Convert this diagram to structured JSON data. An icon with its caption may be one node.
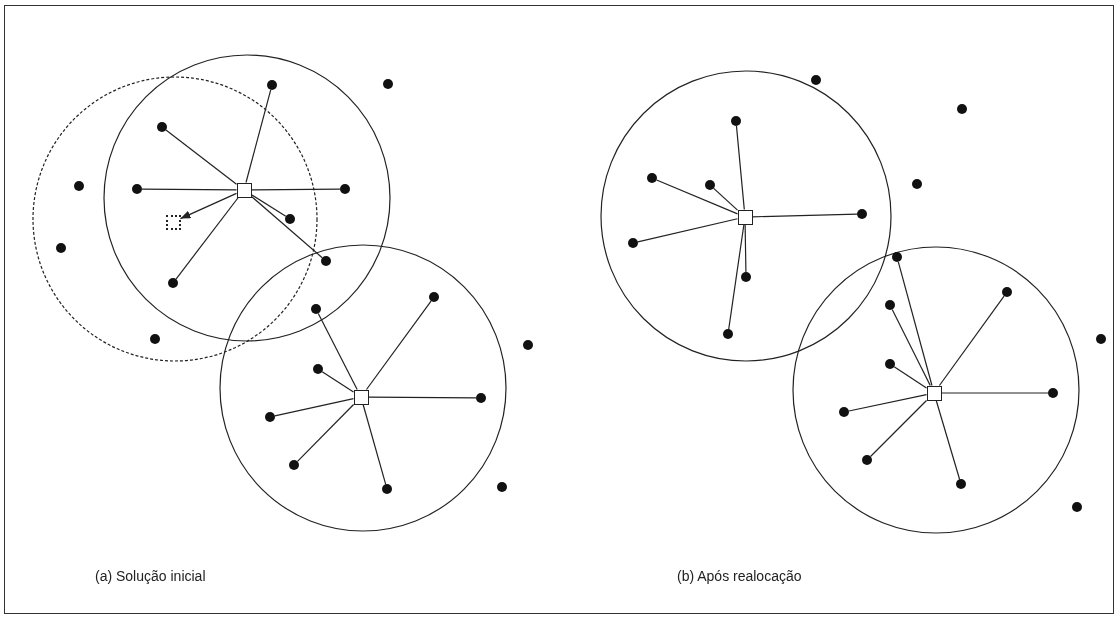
{
  "diagram": {
    "nodes": [
      {
        "text": [],
        "shape": "box"
      },
      {
        "text": [],
        "shape": "circle"
      },
      {
        "text": [],
        "shape": "circle"
      },
      {
        "text": [],
        "shape": "circle"
      },
      {
        "text": [],
        "shape": "circle"
      },
      {
        "text": [],
        "shape": "circle"
      },
      {
        "text": [],
        "shape": "circle"
      },
      {
        "text": [],
        "shape": "circle"
      },
      {
        "text": [],
        "shape": "box"
      },
      {
        "text": [],
        "shape": "circle"
      },
      {
        "text": [],
        "shape": "circle"
      },
      {
        "text": [],
        "shape": "circle"
      },
      {
        "text": [],
        "shape": "circle"
      },
      {
        "text": [],
        "shape": "box"
      },
      {
        "text": [],
        "shape": "circle"
      },
      {
        "text": [],
        "shape": "circle"
      },
      {
        "text": [],
        "shape": "circle"
      },
      {
        "text": [],
        "shape": "circle"
      },
      {
        "text": [],
        "shape": "circle"
      },
      {
        "text": [],
        "shape": "circle"
      },
      {
        "text": [],
        "shape": "circle"
      },
      {
        "text": [],
        "shape": "circle"
      },
      {
        "text": [],
        "shape": "circle"
      },
      {
        "text": [],
        "shape": "box"
      },
      {
        "text": [],
        "shape": "circle"
      },
      {
        "text": [],
        "shape": "circle"
      },
      {
        "text": [],
        "shape": "circle"
      },
      {
        "text": [],
        "shape": "circle"
      },
      {
        "text": [],
        "shape": "circle"
      },
      {
        "text": [],
        "shape": "circle"
      },
      {
        "text": [],
        "shape": "circle"
      },
      {
        "text": [],
        "shape": "circle"
      },
      {
        "text": [],
        "shape": "circle"
      },
      {
        "text": [],
        "shape": "circle"
      },
      {
        "text": [],
        "shape": "box"
      },
      {
        "text": [],
        "shape": "circle"
      },
      {
        "text": [],
        "shape": "circle"
      },
      {
        "text": [],
        "shape": "circle"
      },
      {
        "text": [],
        "shape": "circle"
      },
      {
        "text": [],
        "shape": "circle"
      },
      {
        "text": [],
        "shape": "circle"
      },
      {
        "text": [],
        "shape": "circle"
      },
      {
        "text": [],
        "shape": "circle"
      },
      {
        "text": [],
        "shape": "circle"
      },
      {
        "text": [],
        "shape": "circle"
      }
    ],
    "edges": [
      {
        "from": 0,
        "to": 1,
        "arrow": "none"
      },
      {
        "from": 0,
        "to": 2,
        "arrow": "none"
      },
      {
        "from": 0,
        "to": 3,
        "arrow": "none"
      },
      {
        "from": 0,
        "to": 4,
        "arrow": "none"
      },
      {
        "from": 0,
        "to": 5,
        "arrow": "none"
      },
      {
        "from": 0,
        "to": 6,
        "arrow": "none"
      },
      {
        "from": 0,
        "to": 7,
        "arrow": "none"
      },
      {
        "from": 0,
        "to": 8,
        "arrow": "to"
      },
      {
        "from": 13,
        "to": 14,
        "arrow": "none"
      },
      {
        "from": 13,
        "to": 15,
        "arrow": "none"
      },
      {
        "from": 13,
        "to": 16,
        "arrow": "none"
      },
      {
        "from": 13,
        "to": 17,
        "arrow": "none"
      },
      {
        "from": 13,
        "to": 18,
        "arrow": "none"
      },
      {
        "from": 13,
        "to": 19,
        "arrow": "none"
      },
      {
        "from": 13,
        "to": 20,
        "arrow": "none"
      },
      {
        "from": 23,
        "to": 24,
        "arrow": "none"
      },
      {
        "from": 23,
        "to": 25,
        "arrow": "none"
      },
      {
        "from": 23,
        "to": 26,
        "arrow": "none"
      },
      {
        "from": 23,
        "to": 27,
        "arrow": "none"
      },
      {
        "from": 23,
        "to": 28,
        "arrow": "none"
      },
      {
        "from": 23,
        "to": 29,
        "arrow": "none"
      },
      {
        "from": 23,
        "to": 30,
        "arrow": "none"
      },
      {
        "from": 34,
        "to": 35,
        "arrow": "none"
      },
      {
        "from": 34,
        "to": 36,
        "arrow": "none"
      },
      {
        "from": 34,
        "to": 37,
        "arrow": "none"
      },
      {
        "from": 34,
        "to": 38,
        "arrow": "none"
      },
      {
        "from": 34,
        "to": 39,
        "arrow": "none"
      },
      {
        "from": 34,
        "to": 40,
        "arrow": "none"
      },
      {
        "from": 34,
        "to": 41,
        "arrow": "none"
      },
      {
        "from": 34,
        "to": 42,
        "arrow": "none"
      }
    ],
    "labels": [
      "(a) Solução inicial",
      "(b) Após realocação"
    ]
  }
}
